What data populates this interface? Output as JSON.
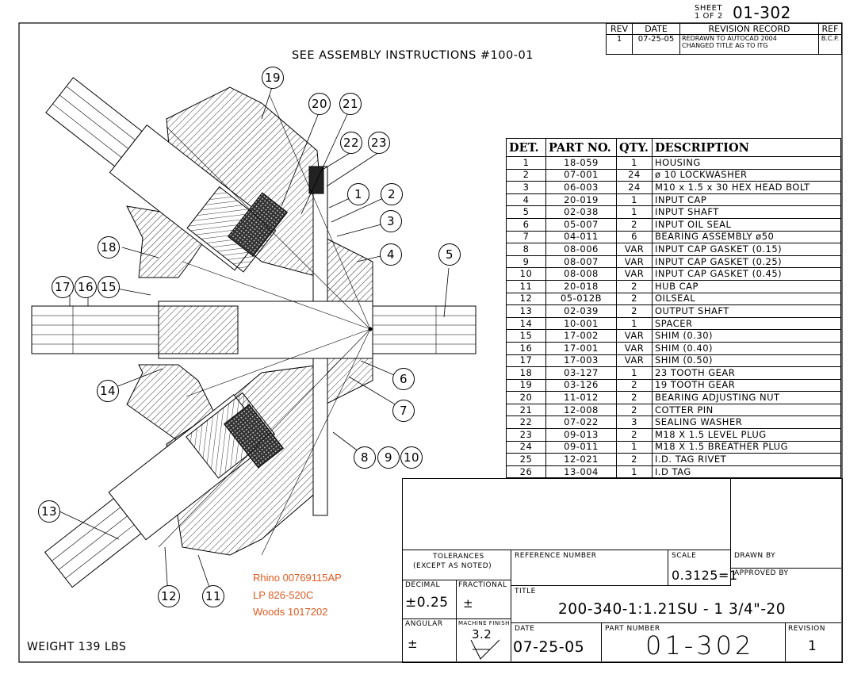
{
  "sheet": {
    "label": "SHEET",
    "of": "1 OF 2",
    "number": "01-302"
  },
  "revision_record": {
    "headers": [
      "REV",
      "DATE",
      "REVISION RECORD",
      "REF"
    ],
    "rows": [
      {
        "rev": "1",
        "date": "07-25-05",
        "record_line1": "REDRAWN TO AUTOCAD 2004",
        "record_line2": "CHANGED TITLE AG TO ITG",
        "ref": "B.C.P."
      }
    ]
  },
  "assembly_note": "SEE ASSEMBLY INSTRUCTIONS #100-01",
  "callouts": [
    "1",
    "2",
    "3",
    "4",
    "5",
    "6",
    "7",
    "8",
    "9",
    "10",
    "11",
    "12",
    "13",
    "14",
    "15",
    "16",
    "17",
    "18",
    "19",
    "20",
    "21",
    "22",
    "23"
  ],
  "parts_table": {
    "headers": [
      "DET.",
      "PART NO.",
      "QTY.",
      "DESCRIPTION"
    ],
    "rows": [
      [
        "1",
        "18-059",
        "1",
        "HOUSING"
      ],
      [
        "2",
        "07-001",
        "24",
        "ø 10 LOCKWASHER"
      ],
      [
        "3",
        "06-003",
        "24",
        "M10 x 1.5 x 30 HEX HEAD BOLT"
      ],
      [
        "4",
        "20-019",
        "1",
        "INPUT CAP"
      ],
      [
        "5",
        "02-038",
        "1",
        "INPUT SHAFT"
      ],
      [
        "6",
        "05-007",
        "2",
        "INPUT OIL SEAL"
      ],
      [
        "7",
        "04-011",
        "6",
        "BEARING ASSEMBLY ø50"
      ],
      [
        "8",
        "08-006",
        "VAR",
        "INPUT CAP GASKET (0.15)"
      ],
      [
        "9",
        "08-007",
        "VAR",
        "INPUT CAP GASKET (0.25)"
      ],
      [
        "10",
        "08-008",
        "VAR",
        "INPUT CAP GASKET (0.45)"
      ],
      [
        "11",
        "20-018",
        "2",
        "HUB CAP"
      ],
      [
        "12",
        "05-012B",
        "2",
        "OILSEAL"
      ],
      [
        "13",
        "02-039",
        "2",
        "OUTPUT SHAFT"
      ],
      [
        "14",
        "10-001",
        "1",
        "SPACER"
      ],
      [
        "15",
        "17-002",
        "VAR",
        "SHIM (0.30)"
      ],
      [
        "16",
        "17-001",
        "VAR",
        "SHIM (0.40)"
      ],
      [
        "17",
        "17-003",
        "VAR",
        "SHIM (0.50)"
      ],
      [
        "18",
        "03-127",
        "1",
        "23 TOOTH GEAR"
      ],
      [
        "19",
        "03-126",
        "2",
        "19 TOOTH GEAR"
      ],
      [
        "20",
        "11-012",
        "2",
        "BEARING ADJUSTING NUT"
      ],
      [
        "21",
        "12-008",
        "2",
        "COTTER PIN"
      ],
      [
        "22",
        "07-022",
        "3",
        "SEALING WASHER"
      ],
      [
        "23",
        "09-013",
        "2",
        "M18 X 1.5 LEVEL PLUG"
      ],
      [
        "24",
        "09-011",
        "1",
        "M18 X 1.5 BREATHER PLUG"
      ],
      [
        "25",
        "12-021",
        "2",
        "I.D. TAG RIVET"
      ],
      [
        "26",
        "13-004",
        "1",
        "I.D TAG"
      ]
    ]
  },
  "title_block": {
    "tolerances": "TOLERANCES",
    "except": "(EXCEPT AS NOTED)",
    "reference_number_label": "REFERENCE NUMBER",
    "scale_label": "SCALE",
    "scale_value": "0.3125=1",
    "drawn_by_label": "DRAWN BY",
    "approved_by_label": "APPROVED BY",
    "decimal_label": "DECIMAL",
    "decimal_value": "±0.25",
    "fractional_label": "FRACTIONAL",
    "fractional_value": "±",
    "title_label": "TITLE",
    "title_value": "200-340-1:1.21SU - 1 3/4\"-20",
    "angular_label": "ANGULAR",
    "angular_value": "±",
    "machine_finish_label": "MACHINE FINISH",
    "machine_finish_value": "3.2",
    "date_label": "DATE",
    "date_value": "07-25-05",
    "part_number_label": "PART NUMBER",
    "part_number_value": "01-302",
    "revision_label": "REVISION",
    "revision_value": "1"
  },
  "cross_refs": [
    "Rhino 00769115AP",
    "LP 826-520C",
    "Woods 1017202"
  ],
  "weight": "WEIGHT 139 LBS",
  "colors": {
    "line": "#000000",
    "accent": "#e05a20",
    "background": "#ffffff"
  }
}
